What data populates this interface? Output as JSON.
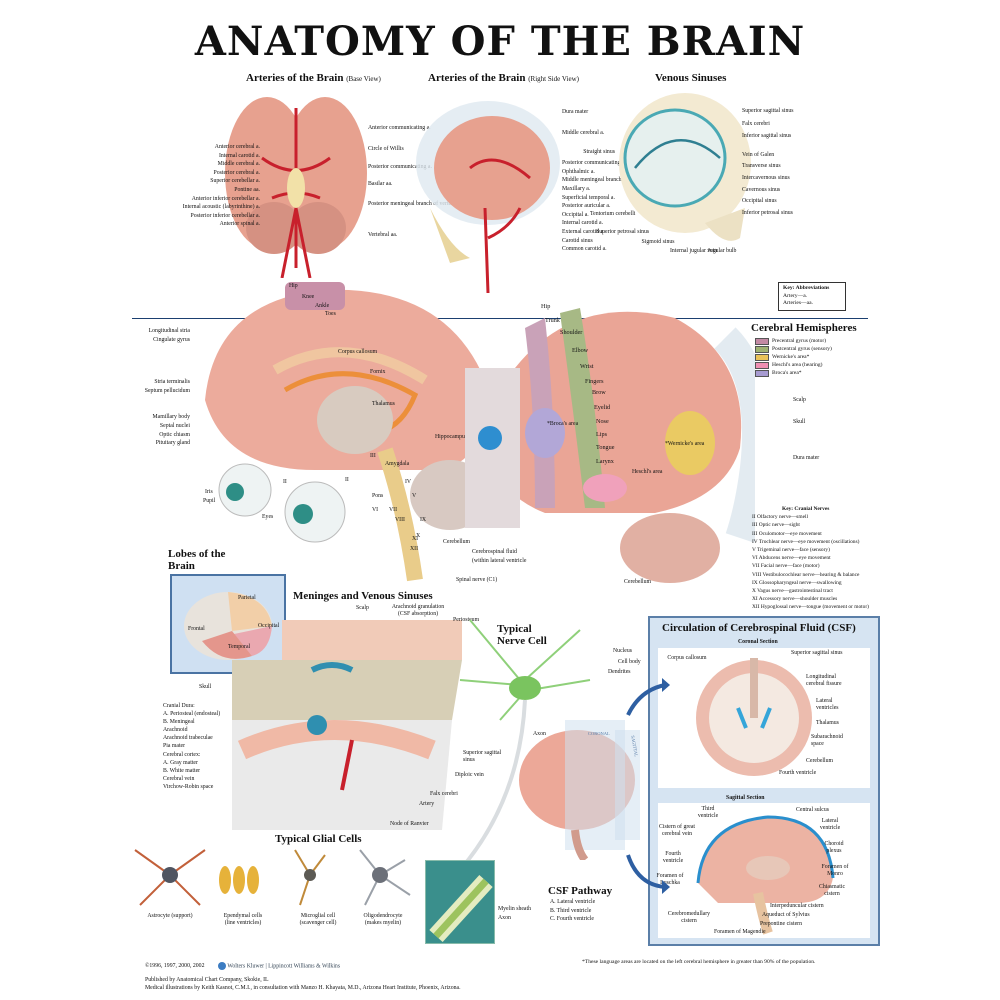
{
  "title": "ANATOMY OF THE BRAIN",
  "sections": {
    "base_view": {
      "title": "Arteries of the Brain",
      "subtitle": "(Base View)"
    },
    "side_view": {
      "title": "Arteries of the Brain",
      "subtitle": "(Right Side View)"
    },
    "venous": {
      "title": "Venous Sinuses"
    },
    "hemispheres": {
      "title": "Cerebral Hemispheres"
    },
    "lobes": {
      "title": "Lobes of the Brain"
    },
    "meninges": {
      "title": "Meninges and Venous Sinuses"
    },
    "nerve_cell": {
      "title": "Typical Nerve Cell"
    },
    "glial": {
      "title": "Typical Glial Cells"
    },
    "csf": {
      "title": "Circulation of Cerebrospinal Fluid (CSF)",
      "coronal": "Coronal Section",
      "sagittal": "Sagittal Section"
    },
    "csf_pathway": {
      "title": "CSF Pathway",
      "items": [
        "A. Lateral ventricle",
        "B. Third ventricle",
        "C. Fourth ventricle"
      ]
    }
  },
  "base_left_labels": [
    "Anterior cerebral a.",
    "Internal carotid a.",
    "Middle cerebral a.",
    "Posterior cerebral a.",
    "Superior cerebellar a.",
    "Pontine aa.",
    "Anterior inferior cerebellar a.",
    "Internal acoustic (labyrinthine) a.",
    "Posterior inferior cerebellar a.",
    "Anterior spinal a."
  ],
  "base_right_labels": [
    "Anterior communicating a.",
    "Circle of Willis",
    "Posterior communicating a.",
    "Basilar aa.",
    "Posterior meningeal branch of vertebral a.",
    "Vertebral aa."
  ],
  "side_labels": [
    "Dura mater",
    "Middle cerebral a.",
    "Posterior communicating a.",
    "Ophthalmic a.",
    "Middle meningeal branch of maxillary a.",
    "Maxillary a.",
    "Superficial temporal a.",
    "Posterior auricular a.",
    "Occipital a.",
    "Internal carotid a.",
    "External carotid a.",
    "Carotid sinus",
    "Common carotid a."
  ],
  "venous_right_labels": [
    "Superior sagittal sinus",
    "Falx cerebri",
    "Inferior sagittal sinus",
    "Vein of Galen",
    "Transverse sinus",
    "Intercavernous sinus",
    "Cavernous sinus",
    "Occipital sinus",
    "Inferior petrosal sinus"
  ],
  "venous_left_labels": [
    "Straight sinus",
    "Tentorium cerebelli",
    "Superior petrosal sinus",
    "Sigmoid sinus",
    "Internal jugular vein",
    "Jugular bulb"
  ],
  "abbrev_key": {
    "title": "Key: Abbreviations",
    "rows": [
      "Artery—a.",
      "Arteries—aa."
    ]
  },
  "midsag_left_labels": [
    "Longitudinal striа",
    "Cingulate gyrus",
    "Stria terminalis",
    "Septum pellucidum",
    "Mamillary body",
    "Septal nuclei",
    "Optic chiasm",
    "Pituitary gland"
  ],
  "midsag_inner_labels": [
    "Hip",
    "Knee",
    "Ankle",
    "Toes",
    "Corpus callosum",
    "Fornix",
    "Thalamus",
    "Hippocampus",
    "Amygdala",
    "Pons",
    "Iris",
    "Pupil",
    "Eyes",
    "Cerebellum",
    "Cerebrospinal fluid (within lateral ventricle",
    "Spinal nerve (C1)"
  ],
  "homunculus_labels": [
    "Hip",
    "Trunk",
    "Shoulder",
    "Elbow",
    "Wrist",
    "Fingers",
    "Brow",
    "Eyelid",
    "Nose",
    "Lips",
    "Tongue",
    "Larynx"
  ],
  "area_labels": [
    "*Broca's area",
    "*Wernicke's area",
    "Heschl's area",
    "Scalp",
    "Skull",
    "Dura mater",
    "Cerebellum"
  ],
  "hemi_legend": [
    {
      "label": "Precentral gyrus (motor)",
      "color": "#c38aa4"
    },
    {
      "label": "Postcentral gyrus (sensory)",
      "color": "#9fb273"
    },
    {
      "label": "Wernicke's area*",
      "color": "#e9c25a"
    },
    {
      "label": "Heschl's area (hearing)",
      "color": "#ef8fb2"
    },
    {
      "label": "Broca's area*",
      "color": "#a79bd1"
    }
  ],
  "cranial_nerves": {
    "title": "Key: Cranial Nerves",
    "rows": [
      "II Olfactory nerve—smell",
      "III Optic nerve—sight",
      "III Oculomotor—eye movement",
      "IV Trochlear nerve—eye movement (oscillations)",
      "V Trigeminal nerve—face (sensory)",
      "VI Abducens nerve—eye movement",
      "VII Facial nerve—face (motor)",
      "VIII Vestibulocochlear nerve—hearing & balance",
      "IX Glossopharyngeal nerve—swallowing",
      "X Vagus nerve—gastrointestinal tract",
      "XI Accessory nerve—shoulder muscles",
      "XII Hypoglossal nerve—tongue (movement or motor)"
    ]
  },
  "roman_numerals": [
    "II",
    "II",
    "III",
    "IV",
    "V",
    "VI",
    "VII",
    "VIII",
    "IX",
    "X",
    "XI",
    "XII"
  ],
  "lobes": [
    "Frontal",
    "Parietal",
    "Occipital",
    "Temporal"
  ],
  "meninges_top_labels": [
    "Scalp",
    "Arachnoid granulation (CSF absorption)",
    "Periosteum"
  ],
  "meninges_left_labels": [
    "Skull",
    "Cranial Dura:",
    "A. Periosteal (endosteal)",
    "B. Meningeal",
    "Arachnoid",
    "Arachnoid trabeculae",
    "Pia mater",
    "Cerebral cortex:",
    "A. Gray matter",
    "B. White matter",
    "Cerebral vein",
    "Virchow-Robin space"
  ],
  "meninges_right_labels": [
    "Superior sagittal sinus",
    "Diploic vein",
    "Falx cerebri",
    "Artery",
    "Node of Ranvier"
  ],
  "nerve_labels": [
    "Nucleus",
    "Cell body",
    "Dendrites",
    "Axon",
    "Myelin sheath",
    "Axon"
  ],
  "glial_cells": [
    "Astrocyte (support)",
    "Ependymal cells (line ventricles)",
    "Microglial cell (scavenger cell)",
    "Oligodendrocyte (makes myelin)"
  ],
  "csf_coronal_labels": [
    "Corpus callosum",
    "Superior sagittal sinus",
    "Longitudinal cerebral fissure",
    "Lateral ventricles",
    "Thalamus",
    "Subarachnoid space",
    "Cerebellum",
    "Fourth ventricle"
  ],
  "csf_sagittal_labels": [
    "Third ventricle",
    "Cistern of great cerebral vein",
    "Fourth ventricle",
    "Foramen of Luschka",
    "Cerebromedullary cistern",
    "Foramen of Magendie",
    "Central sulcus",
    "Lateral ventricle",
    "Choroid plexus",
    "Foramen of Monro",
    "Chiasmatic cistern",
    "Interpeduncular cistern",
    "Aqueduct of Sylvius",
    "Prepontine cistern"
  ],
  "coronal_tag": "CORONAL",
  "sagittal_tag": "SAGITTAL",
  "footnote": "*These language areas are located on the left cerebral hemisphere in greater than 90% of the population.",
  "footer": {
    "copyright": "©1996, 1997, 2000, 2002",
    "brand": "Wolters Kluwer | Lippincott Williams & Wilkins",
    "publisher": "Published by Anatomical Chart Company, Skokie, IL",
    "illustrations": "Medical illustrations by Keith Kasnot, C.M.I., in consultation with Manzo H. Khayata, M.D., Arizona Heart Institute, Phoenix, Arizona."
  },
  "colors": {
    "accent_blue": "#1b3f70",
    "brain_pink": "#e9a79a",
    "artery_red": "#d2303a",
    "csf_box": "#d6e4f2"
  }
}
